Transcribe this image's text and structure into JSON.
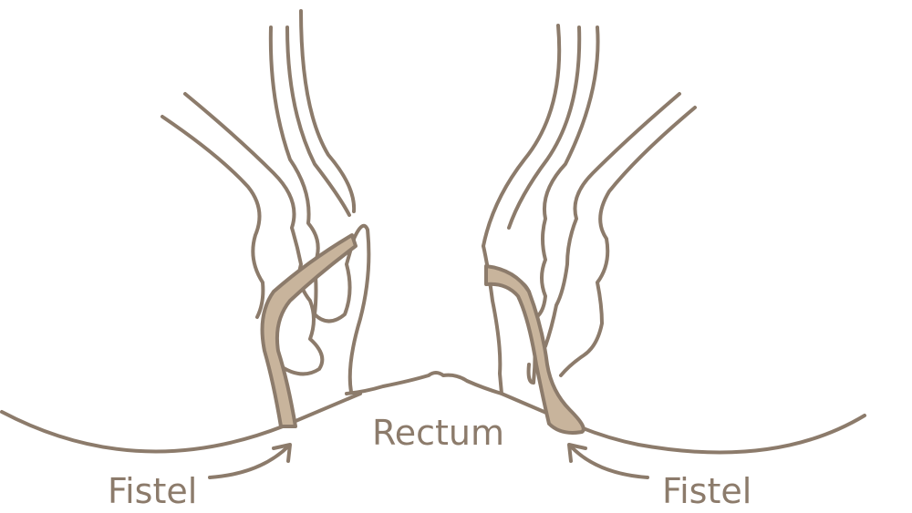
{
  "labels": {
    "rectum": "Rectum",
    "fistula_left": "Fistel",
    "fistula_right": "Fistel"
  },
  "colors": {
    "stroke": "#8c7b6b",
    "fistula_fill": "#c8b49c"
  }
}
